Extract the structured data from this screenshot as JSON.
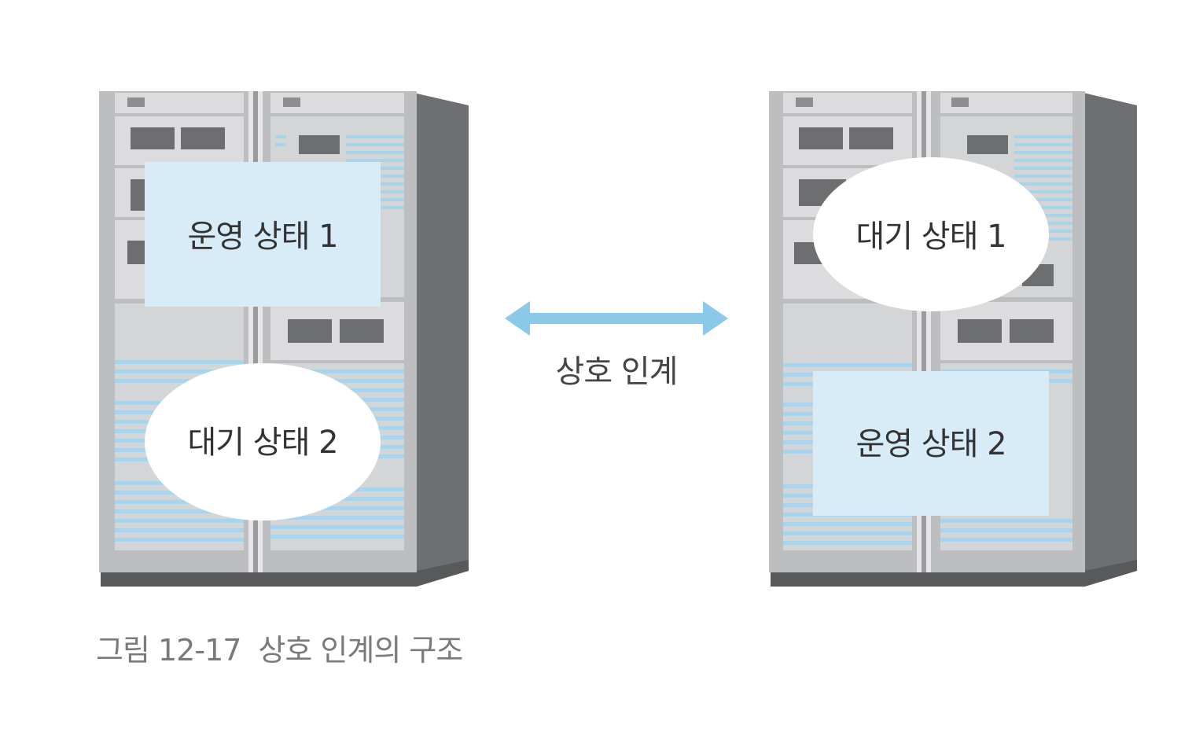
{
  "diagram": {
    "left_server": {
      "top_state": {
        "label": "운영 상태 1",
        "kind": "operating",
        "shape": "rectangle"
      },
      "bottom_state": {
        "label": "대기 상태 2",
        "kind": "standby",
        "shape": "ellipse"
      }
    },
    "right_server": {
      "top_state": {
        "label": "대기 상태 1",
        "kind": "standby",
        "shape": "ellipse"
      },
      "bottom_state": {
        "label": "운영 상태 2",
        "kind": "operating",
        "shape": "rectangle"
      }
    },
    "link": {
      "label": "상호 인계",
      "direction": "bidirectional",
      "color": "#8cc8e8"
    }
  },
  "caption": {
    "figure_number": "그림 12-17",
    "title": "상호 인계의 구조"
  },
  "colors": {
    "operating_fill": "#d8ecf7",
    "standby_fill": "#ffffff",
    "cabinet_side": "#6e6f72",
    "cabinet_front": "#c7c8ca",
    "panel": "#dcdcde",
    "stripe": "#a8d4ec",
    "text": "#333333",
    "caption_text": "#7a7a7a"
  },
  "icons": {
    "left_server": "server-rack-icon",
    "right_server": "server-rack-icon",
    "link_arrow": "double-arrow-icon"
  }
}
